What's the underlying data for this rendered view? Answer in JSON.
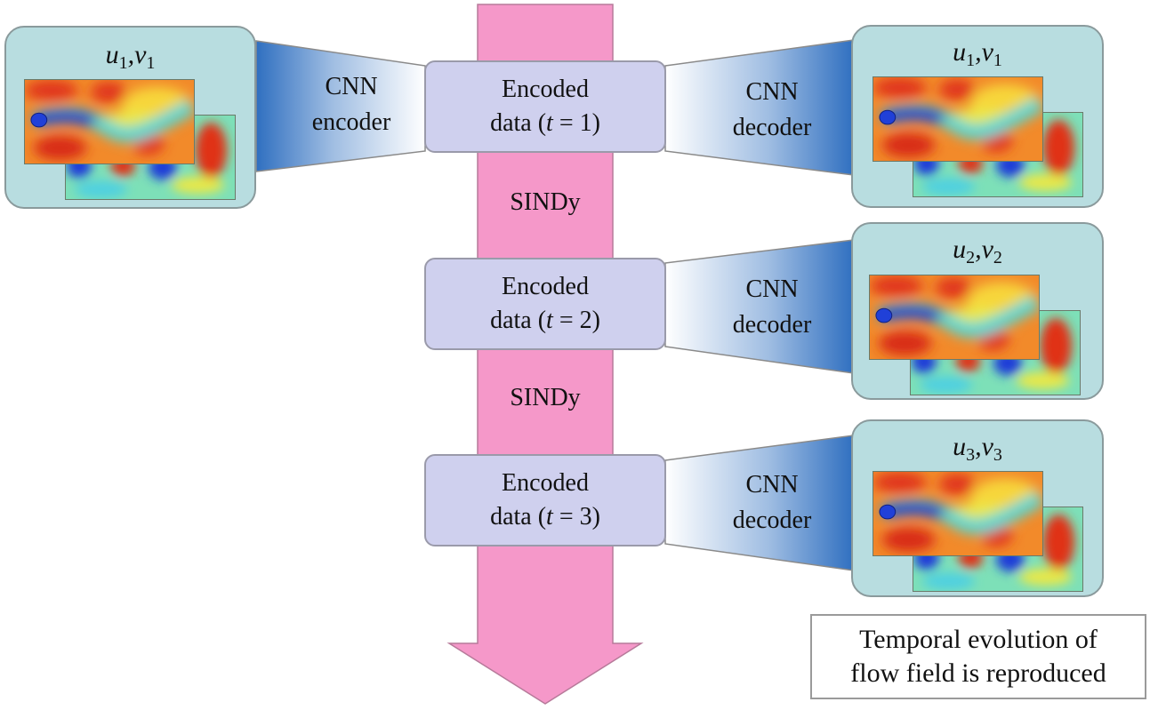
{
  "input_panel": {
    "label_var1": "u",
    "label_sub1": "1",
    "label_var2": "v",
    "label_sub2": "1",
    "sep": ","
  },
  "encoder": {
    "label_line1": "CNN",
    "label_line2": "encoder"
  },
  "encoded": [
    {
      "line1": "Encoded",
      "line2_pre": "data (",
      "line2_var": "t",
      "line2_post": " = 1)"
    },
    {
      "line1": "Encoded",
      "line2_pre": "data (",
      "line2_var": "t",
      "line2_post": " = 2)"
    },
    {
      "line1": "Encoded",
      "line2_pre": "data (",
      "line2_var": "t",
      "line2_post": " = 3)"
    }
  ],
  "sindy": [
    {
      "label": "SINDy"
    },
    {
      "label": "SINDy"
    }
  ],
  "decoders": [
    {
      "line1": "CNN",
      "line2": "decoder"
    },
    {
      "line1": "CNN",
      "line2": "decoder"
    },
    {
      "line1": "CNN",
      "line2": "decoder"
    }
  ],
  "output_panels": [
    {
      "var1": "u",
      "sub1": "1",
      "var2": "v",
      "sub2": "1",
      "sep": ","
    },
    {
      "var1": "u",
      "sub1": "2",
      "var2": "v",
      "sub2": "2",
      "sep": ","
    },
    {
      "var1": "u",
      "sub1": "3",
      "var2": "v",
      "sub2": "3",
      "sep": ","
    }
  ],
  "result": {
    "line1": "Temporal evolution of",
    "line2": "flow field is reproduced"
  },
  "colors": {
    "arrow": "#f598c9",
    "panel": "#b8dde0",
    "encoded_box": "#cfd0ee",
    "funnel_dark": "#2f6fc0"
  }
}
